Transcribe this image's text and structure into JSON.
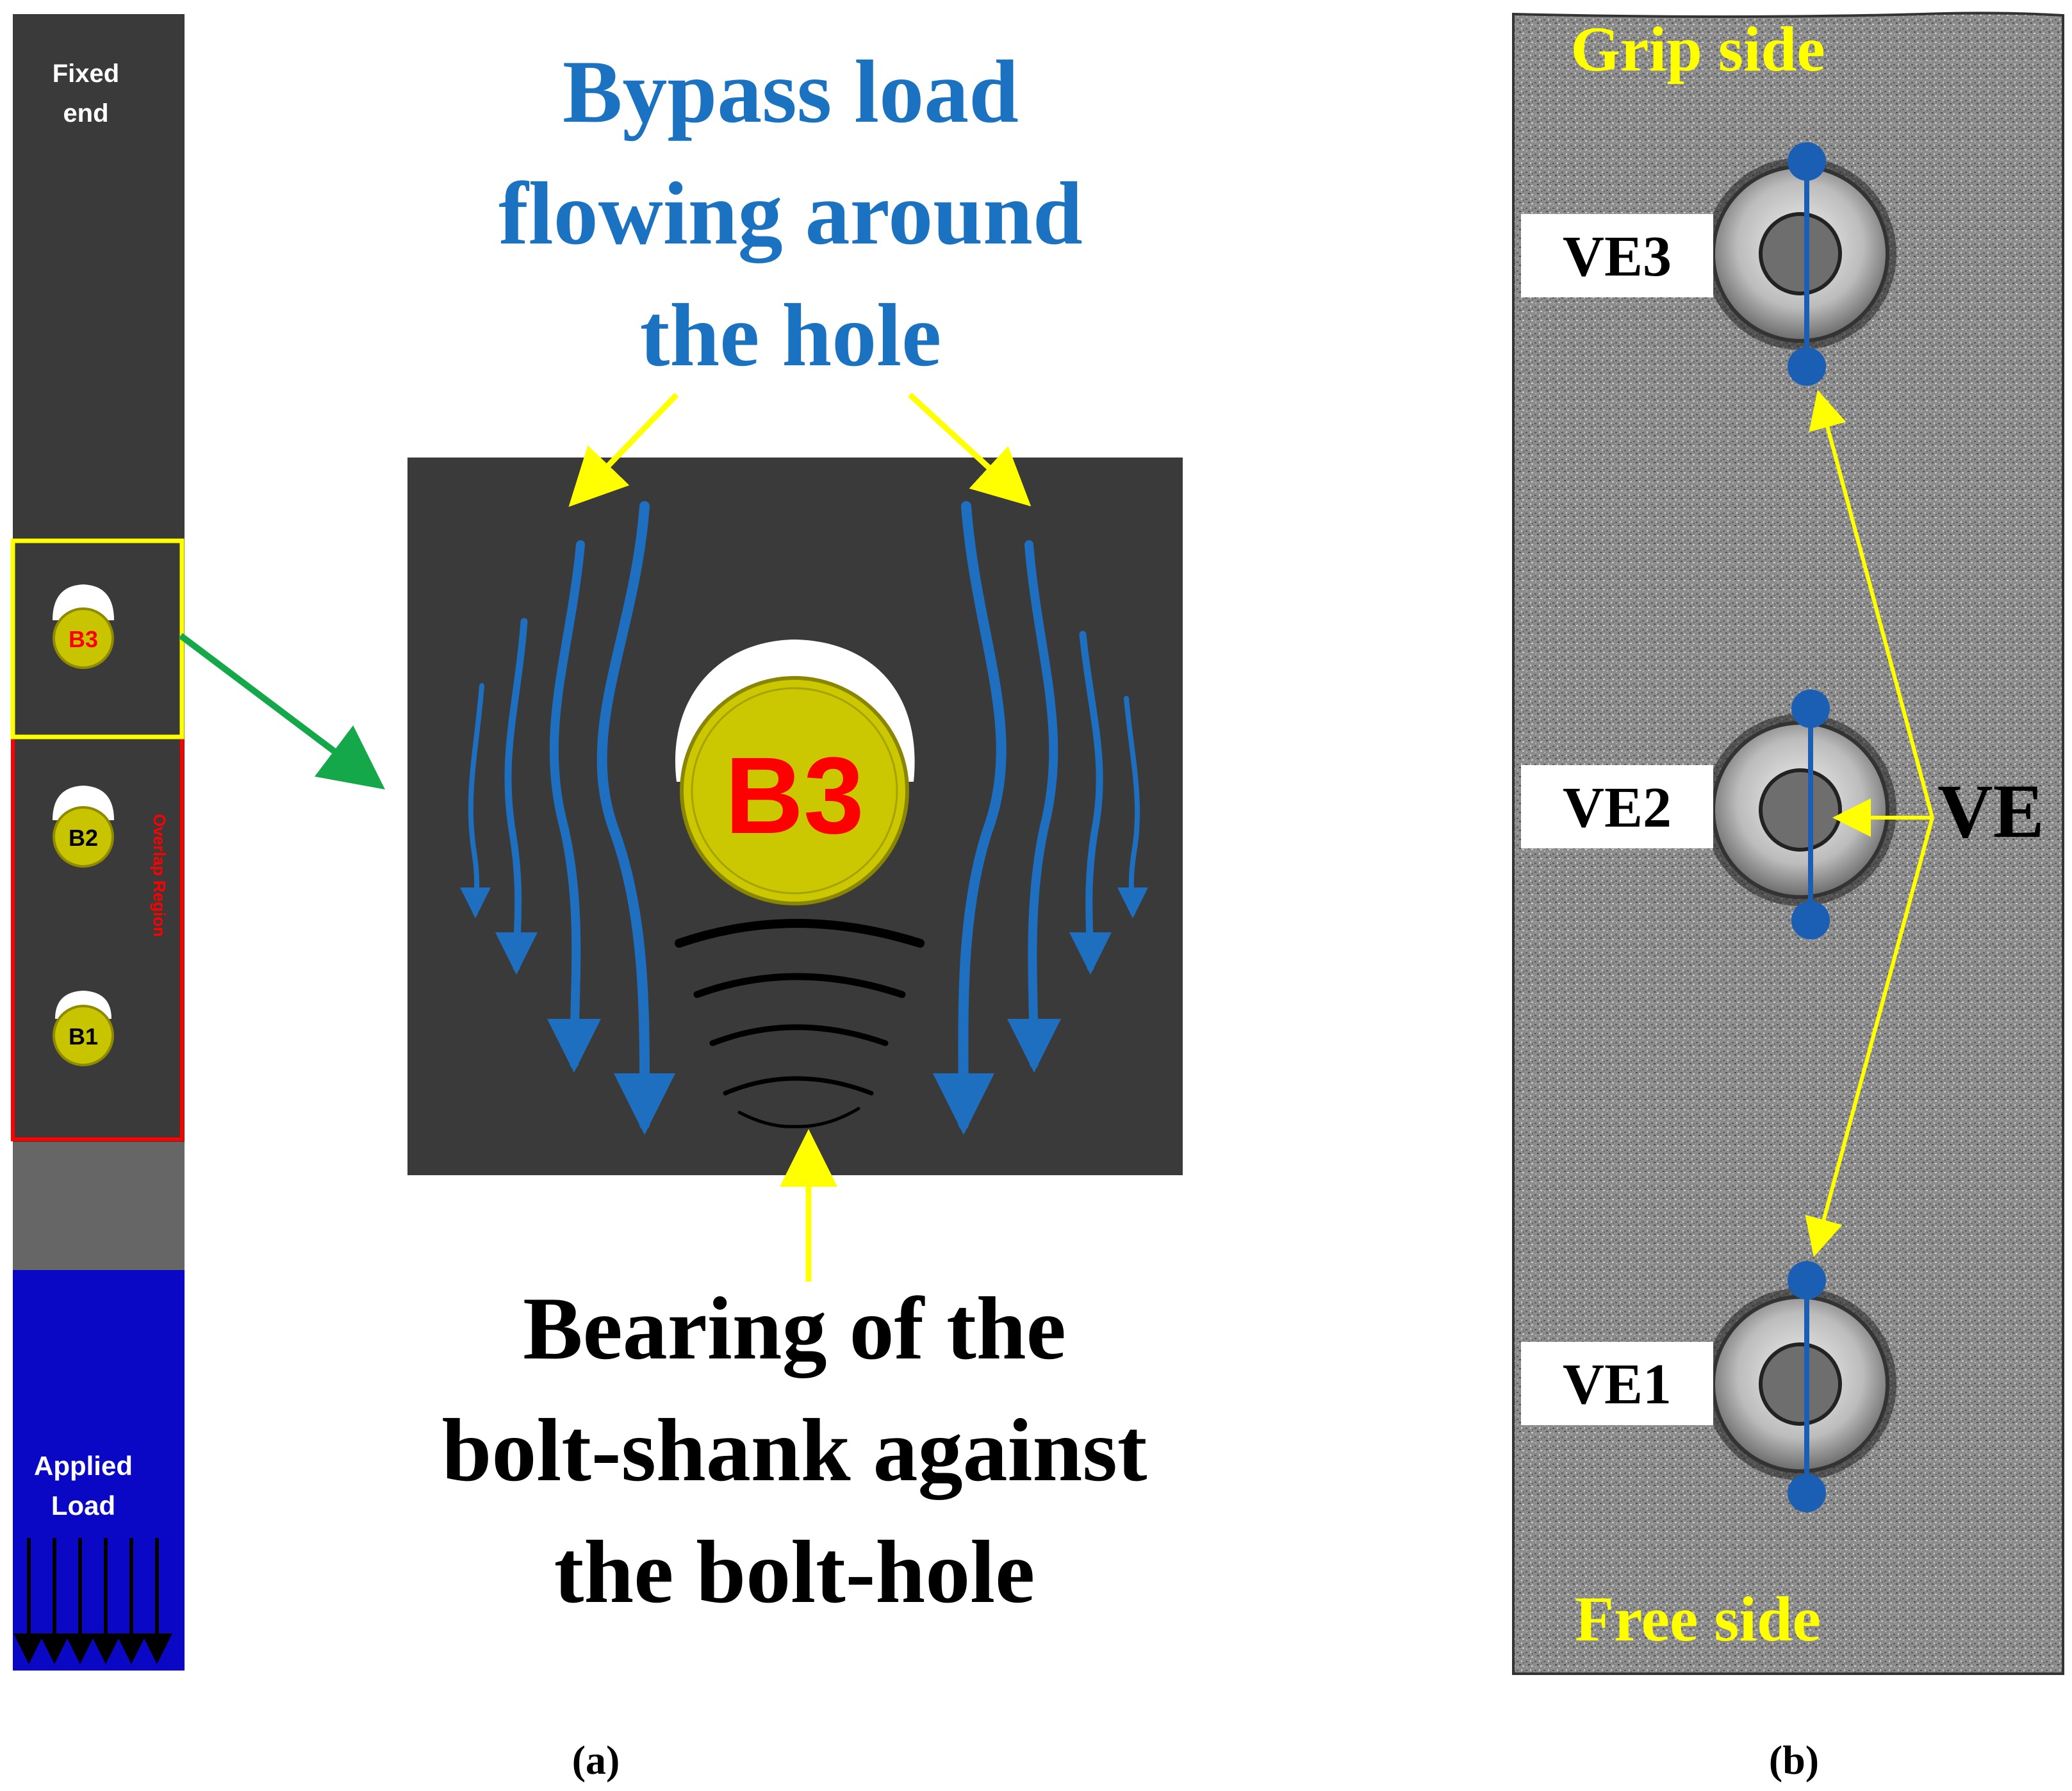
{
  "colors": {
    "strip_dark": "#3a3a3a",
    "strip_grey": "#666666",
    "applied_load": "#0a08c4",
    "highlight_yellow": "#ffff00",
    "overlap_red": "#ff0000",
    "bolt_yellow": "#c9c400",
    "bypass_blue": "#1f6fc0",
    "bearing_black": "#000000",
    "zoom_arrow_green": "#14a84a",
    "marker_blue": "#1a5fb4",
    "title_blue": "#1b72c0"
  },
  "panel_a": {
    "strip": {
      "fixed_end_line1": "Fixed",
      "fixed_end_line2": "end",
      "overlap_region": "Overlap Region",
      "applied_load_line1": "Applied",
      "applied_load_line2": "Load",
      "bolts": [
        "B3",
        "B2",
        "B1"
      ]
    },
    "detail": {
      "bolt_label": "B3",
      "bypass_line1": "Bypass load",
      "bypass_line2": "flowing around",
      "bypass_line3": "the hole",
      "bearing_line1": "Bearing of the",
      "bearing_line2": "bolt-shank against",
      "bearing_line3": "the bolt-hole"
    },
    "caption": "(a)"
  },
  "panel_b": {
    "grip_side": "Grip side",
    "free_side": "Free side",
    "ve_labels": [
      "VE3",
      "VE2",
      "VE1"
    ],
    "ve_pointer": "VE",
    "caption": "(b)"
  }
}
